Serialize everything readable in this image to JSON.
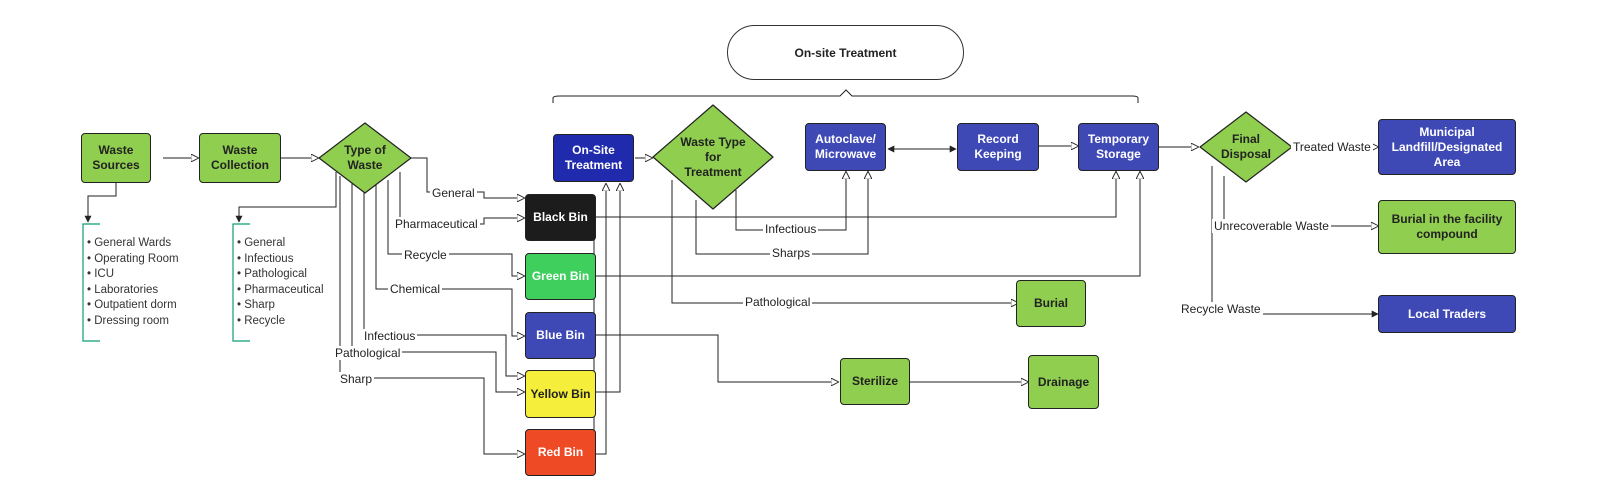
{
  "header": {
    "title": "On-site Treatment"
  },
  "nodes": {
    "waste_sources": "Waste Sources",
    "waste_collection": "Waste Collection",
    "type_of_waste": "Type of Waste",
    "onsite_treatment": "On-Site Treatment",
    "waste_type_for_treatment": "Waste Type for Treatment",
    "autoclave": "Autoclave/ Microwave",
    "record_keeping": "Record Keeping",
    "temporary_storage": "Temporary Storage",
    "final_disposal": "Final Disposal",
    "municipal": "Municipal Landfill/Designated Area",
    "burial_facility": "Burial in the facility compound",
    "local_traders": "Local Traders",
    "burial": "Burial",
    "sterilize": "Sterilize",
    "drainage": "Drainage",
    "black_bin": "Black Bin",
    "green_bin": "Green Bin",
    "blue_bin": "Blue Bin",
    "yellow_bin": "Yellow Bin",
    "red_bin": "Red Bin"
  },
  "sources_list": [
    "General Wards",
    "Operating Room",
    "ICU",
    "Laboratories",
    "Outpatient dorm",
    "Dressing room"
  ],
  "types_list": [
    "General",
    "Infectious",
    "Pathological",
    "Pharmaceutical",
    "Sharp",
    "Recycle"
  ],
  "edge_labels": {
    "general": "General",
    "pharmaceutical": "Pharmaceutical",
    "recycle": "Recycle",
    "chemical": "Chemical",
    "infectious": "Infectious",
    "pathological": "Pathological",
    "sharp": "Sharp",
    "infectious_2": "Infectious",
    "sharps": "Sharps",
    "pathological_2": "Pathological",
    "treated_waste": "Treated Waste",
    "unrecoverable_waste": "Unrecoverable Waste",
    "recycle_waste": "Recycle Waste"
  },
  "colors": {
    "green": "#8fce4f",
    "blue": "#3f49b6",
    "dark_blue": "#1f2aad",
    "black": "#1c1c1c",
    "bright_green": "#3ecf5d",
    "yellow": "#f5ee3a",
    "red": "#ee4a25",
    "bracket_line": "#0e9e76"
  }
}
